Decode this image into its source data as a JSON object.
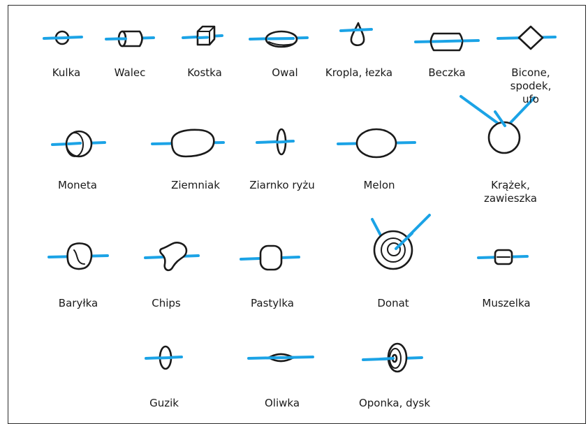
{
  "colors": {
    "thread": "#1ba3e6",
    "ink": "#1a1a1a",
    "frame": "#2a2a2a"
  },
  "shapes": [
    {
      "id": "kulka",
      "label": "Kulka",
      "icon": "round-bead-icon"
    },
    {
      "id": "walec",
      "label": "Walec",
      "icon": "cylinder-bead-icon"
    },
    {
      "id": "kostka",
      "label": "Kostka",
      "icon": "cube-bead-icon"
    },
    {
      "id": "owal",
      "label": "Owal",
      "icon": "oval-bead-icon"
    },
    {
      "id": "kropla",
      "label": "Kropla, łezka",
      "icon": "teardrop-bead-icon"
    },
    {
      "id": "beczka",
      "label": "Beczka",
      "icon": "barrel-bead-icon"
    },
    {
      "id": "bicone",
      "label": "Bicone,\nspodek, ufo",
      "icon": "bicone-bead-icon"
    },
    {
      "id": "moneta",
      "label": "Moneta",
      "icon": "coin-bead-icon"
    },
    {
      "id": "ziemniak",
      "label": "Ziemniak",
      "icon": "potato-bead-icon"
    },
    {
      "id": "ziarnko",
      "label": "Ziarnko ryżu",
      "icon": "rice-bead-icon"
    },
    {
      "id": "melon",
      "label": "Melon",
      "icon": "melon-bead-icon"
    },
    {
      "id": "krazek",
      "label": "Krążek, zawieszka",
      "icon": "pendant-ring-icon"
    },
    {
      "id": "barylka",
      "label": "Baryłka",
      "icon": "nugget-bead-icon"
    },
    {
      "id": "chips",
      "label": "Chips",
      "icon": "chip-bead-icon"
    },
    {
      "id": "pastylka",
      "label": "Pastylka",
      "icon": "lozenge-bead-icon"
    },
    {
      "id": "donat",
      "label": "Donat",
      "icon": "donut-pendant-icon"
    },
    {
      "id": "muszelka",
      "label": "Muszelka",
      "icon": "shell-bead-icon"
    },
    {
      "id": "guzik",
      "label": "Guzik",
      "icon": "button-bead-icon"
    },
    {
      "id": "oliwka",
      "label": "Oliwka",
      "icon": "olive-bead-icon"
    },
    {
      "id": "oponka",
      "label": "Oponka, dysk",
      "icon": "disc-bead-icon"
    }
  ]
}
